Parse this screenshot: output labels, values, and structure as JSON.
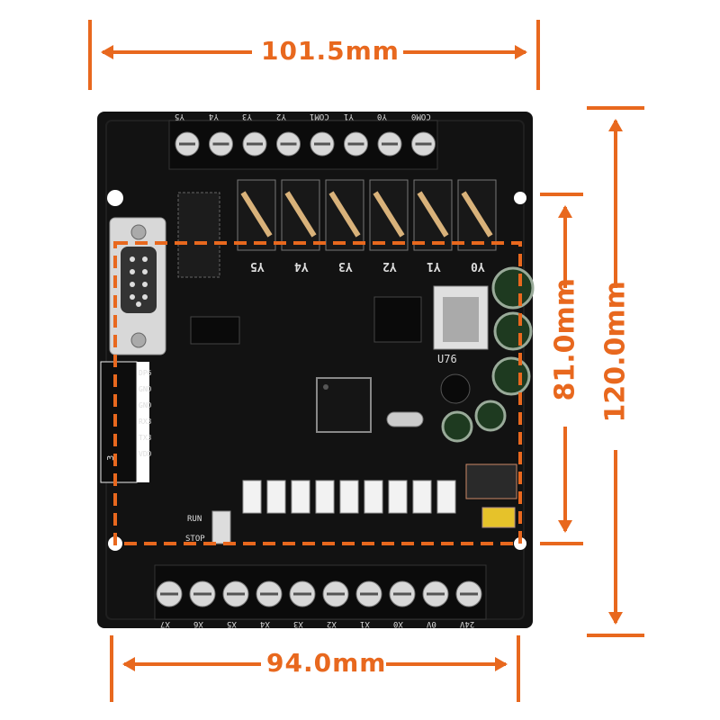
{
  "dimensions": {
    "top_width": "101.5mm",
    "bottom_width": "94.0mm",
    "right_height": "120.0mm",
    "inner_height": "81.0mm"
  },
  "colors": {
    "dimension": "#e8681e",
    "pcb": "#111111",
    "background": "#ffffff"
  },
  "top_terminals": [
    "COM0",
    "Y0",
    "Y1",
    "COM1",
    "Y2",
    "Y3",
    "Y4",
    "Y5"
  ],
  "relay_labels": [
    "Y5",
    "Y4",
    "Y3",
    "Y2",
    "Y1",
    "Y0"
  ],
  "bottom_terminals": [
    "24V",
    "0V",
    "X0",
    "X1",
    "X2",
    "X3",
    "X4",
    "X5",
    "X6",
    "X7"
  ],
  "left_header": [
    "DP6",
    "GND",
    "GND",
    "RX3",
    "TX3",
    "VDD"
  ],
  "switch_labels": {
    "run": "RUN",
    "stop": "STOP"
  },
  "regulator_label": "U76"
}
